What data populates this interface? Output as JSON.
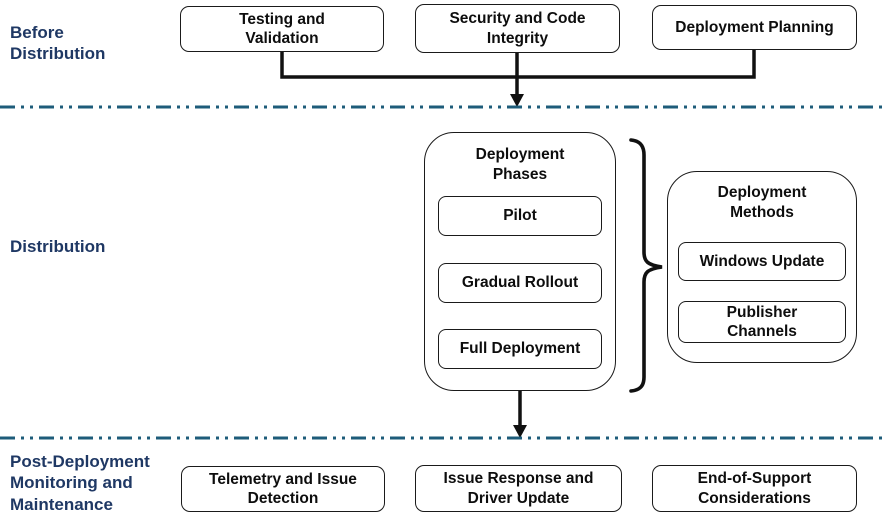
{
  "colors": {
    "section_label": "#1F3864",
    "divider": "#1E5C7A",
    "box_border": "#1a1a1a",
    "connector": "#111111",
    "background": "#ffffff"
  },
  "sections": {
    "before": {
      "label": "Before\nDistribution",
      "boxes": [
        {
          "text": "Testing and\nValidation"
        },
        {
          "text": "Security and Code\nIntegrity"
        },
        {
          "text": "Deployment Planning"
        }
      ]
    },
    "distribution": {
      "label": "Distribution",
      "phases": {
        "title": "Deployment\nPhases",
        "items": [
          {
            "text": "Pilot"
          },
          {
            "text": "Gradual Rollout"
          },
          {
            "text": "Full Deployment"
          }
        ]
      },
      "methods": {
        "title": "Deployment\nMethods",
        "items": [
          {
            "text": "Windows Update"
          },
          {
            "text": "Publisher\nChannels"
          }
        ]
      }
    },
    "post": {
      "label": "Post-Deployment\nMonitoring and\nMaintenance",
      "boxes": [
        {
          "text": "Telemetry and Issue\nDetection"
        },
        {
          "text": "Issue Response and\nDriver Update"
        },
        {
          "text": "End-of-Support\nConsiderations"
        }
      ]
    }
  }
}
